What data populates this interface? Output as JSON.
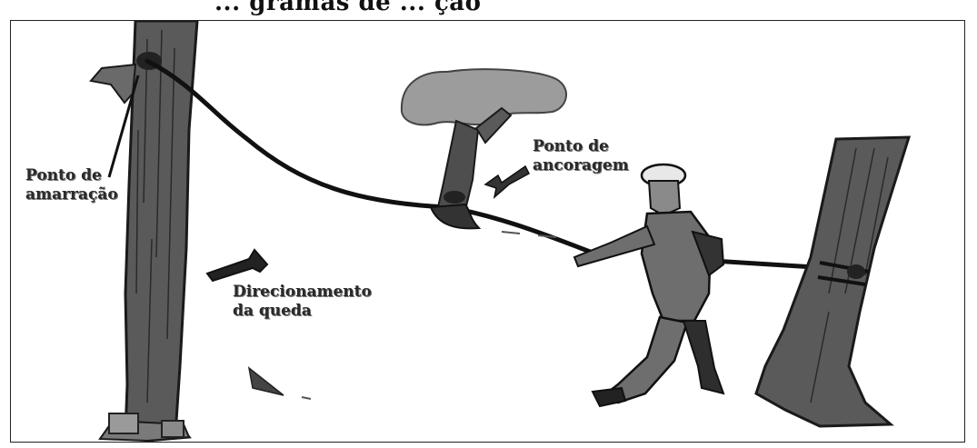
{
  "header": {
    "text": "... gramas de ... ção"
  },
  "labels": {
    "tie_point": [
      "Ponto de",
      "amarração"
    ],
    "anchor_point": [
      "Ponto de",
      "ancoragem"
    ],
    "fall_direction": [
      "Direcionamento",
      "da queda"
    ]
  },
  "icons": {
    "fall_arrow": "arrow-icon",
    "anchor_arrow": "arrow-icon"
  },
  "colors": {
    "ink": "#1a1a1a",
    "trunk": "#555555",
    "foliage": "#9a9a9a",
    "person": "#6e6e6e",
    "background": "#ffffff"
  }
}
